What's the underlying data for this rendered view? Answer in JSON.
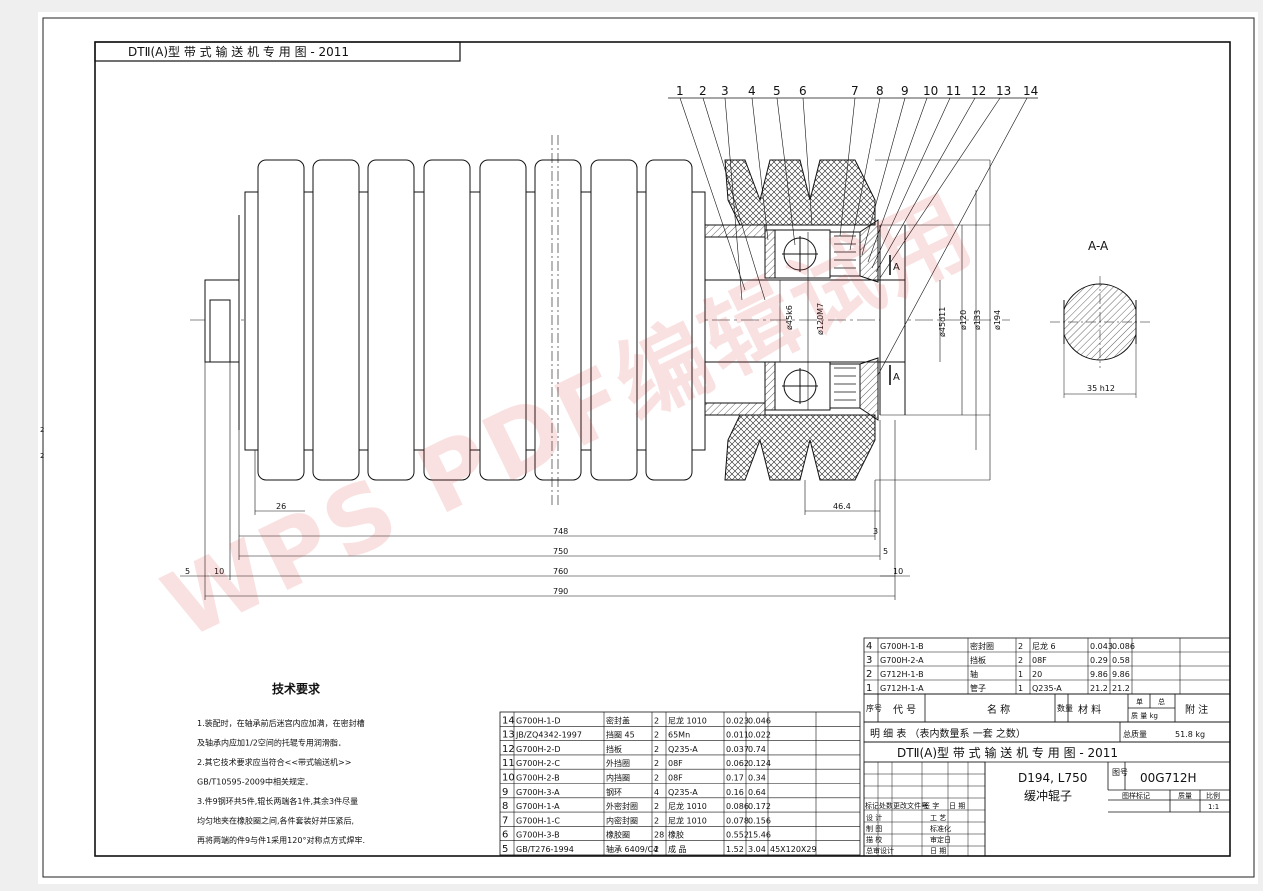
{
  "header_title": "DTⅡ(A)型 带 式 输 送 机 专 用 图 - 2011",
  "balloons": [
    "1",
    "2",
    "3",
    "4",
    "5",
    "6",
    "7",
    "8",
    "9",
    "10",
    "11",
    "12",
    "13",
    "14"
  ],
  "section_label": "A-A",
  "section_mark": "A",
  "dims": {
    "d26": "26",
    "d46_4": "46.4",
    "d748": "748",
    "d750": "750",
    "d760": "760",
    "d790": "790",
    "d3": "3",
    "d5r": "5",
    "d10r": "10",
    "d5l": "5",
    "d10l": "10",
    "d35h12": "35 h12",
    "phi45k6": "ø45k6",
    "phi120M7": "ø120M7",
    "phi45d11": "ø45d11",
    "phi120": "ø120",
    "phi133": "ø133",
    "phi194": "ø194"
  },
  "tech": {
    "title": "技术要求",
    "lines": [
      "1.装配时，在轴承前后迷宫内应加满，在密封槽",
      "  及轴承内应加1/2空间的托辊专用润滑脂．",
      "2.其它技术要求应当符合<<带式输送机>>",
      "  GB/T10595-2009中相关规定．",
      "3.件9钢环共5件,辊长两端各1件,其余3件尽量",
      "  均匀地夹在橡胶圈之间,各件套装好并压紧后,",
      "  再将两端的件9与件1采用120°对称点方式焊牢."
    ]
  },
  "bom_lower": [
    [
      "14",
      "G700H-1-D",
      "密封盖",
      "2",
      "尼龙 1010",
      "0.023",
      "0.046",
      ""
    ],
    [
      "13",
      "JB/ZQ4342-1997",
      "挡圈 45",
      "2",
      "65Mn",
      "0.011",
      "0.022",
      ""
    ],
    [
      "12",
      "G700H-2-D",
      "挡板",
      "2",
      "Q235-A",
      "0.037",
      "0.74",
      ""
    ],
    [
      "11",
      "G700H-2-C",
      "外挡圈",
      "2",
      "08F",
      "0.062",
      "0.124",
      ""
    ],
    [
      "10",
      "G700H-2-B",
      "内挡圈",
      "2",
      "08F",
      "0.17",
      "0.34",
      ""
    ],
    [
      "9",
      "G700H-3-A",
      "钢环",
      "4",
      "Q235-A",
      "0.16",
      "0.64",
      ""
    ],
    [
      "8",
      "G700H-1-A",
      "外密封圈",
      "2",
      "尼龙 1010",
      "0.086",
      "0.172",
      ""
    ],
    [
      "7",
      "G700H-1-C",
      "内密封圈",
      "2",
      "尼龙 1010",
      "0.078",
      "0.156",
      ""
    ],
    [
      "6",
      "G700H-3-B",
      "橡胶圈",
      "28",
      "橡胶",
      "0.552",
      "15.46",
      ""
    ],
    [
      "5",
      "GB/T276-1994",
      "轴承 6409/C4",
      "2",
      "成 品",
      "1.52",
      "3.04",
      "45X120X29"
    ]
  ],
  "bom_upper": [
    [
      "4",
      "G700H-1-B",
      "密封圈",
      "2",
      "尼龙 6",
      "0.043",
      "0.086",
      ""
    ],
    [
      "3",
      "G700H-2-A",
      "挡板",
      "2",
      "08F",
      "0.29",
      "0.58",
      ""
    ],
    [
      "2",
      "G712H-1-B",
      "轴",
      "1",
      "20",
      "9.86",
      "9.86",
      ""
    ],
    [
      "1",
      "G712H-1-A",
      "管子",
      "1",
      "Q235-A",
      "21.2",
      "21.2",
      ""
    ]
  ],
  "bom_head": {
    "no": "序号",
    "code": "代 号",
    "name": "名 称",
    "qty": "数量",
    "mat": "材 料",
    "unit": "单",
    "total": "总",
    "mass": "质 量 kg",
    "note": "附 注"
  },
  "list_title": "明 细 表 （表内数量系 一套 之数）",
  "total_mass_label": "总质量",
  "total_mass_value": "51.8 kg",
  "title_block": {
    "product": "DTⅡ(A)型 带 式 输 送 机 专 用 图 - 2011",
    "spec": "D194, L750",
    "name": "缓冲辊子",
    "drawing_no_label": "图号",
    "drawing_no": "00G712H",
    "stage_label": "图样标记",
    "mass_label": "质量",
    "scale_label": "比例",
    "scale": "1:1",
    "sign_cols": [
      "标记",
      "处数",
      "更改文件号",
      "签 字",
      "日 期"
    ],
    "roles": [
      "设 计",
      "制 图",
      "描 校",
      "总审设计"
    ],
    "roles2": [
      "工 艺",
      "标准化",
      "审定日",
      "日 期"
    ]
  },
  "watermark": "WPS PDF编辑试用",
  "edge_marks": [
    "2",
    "2"
  ]
}
